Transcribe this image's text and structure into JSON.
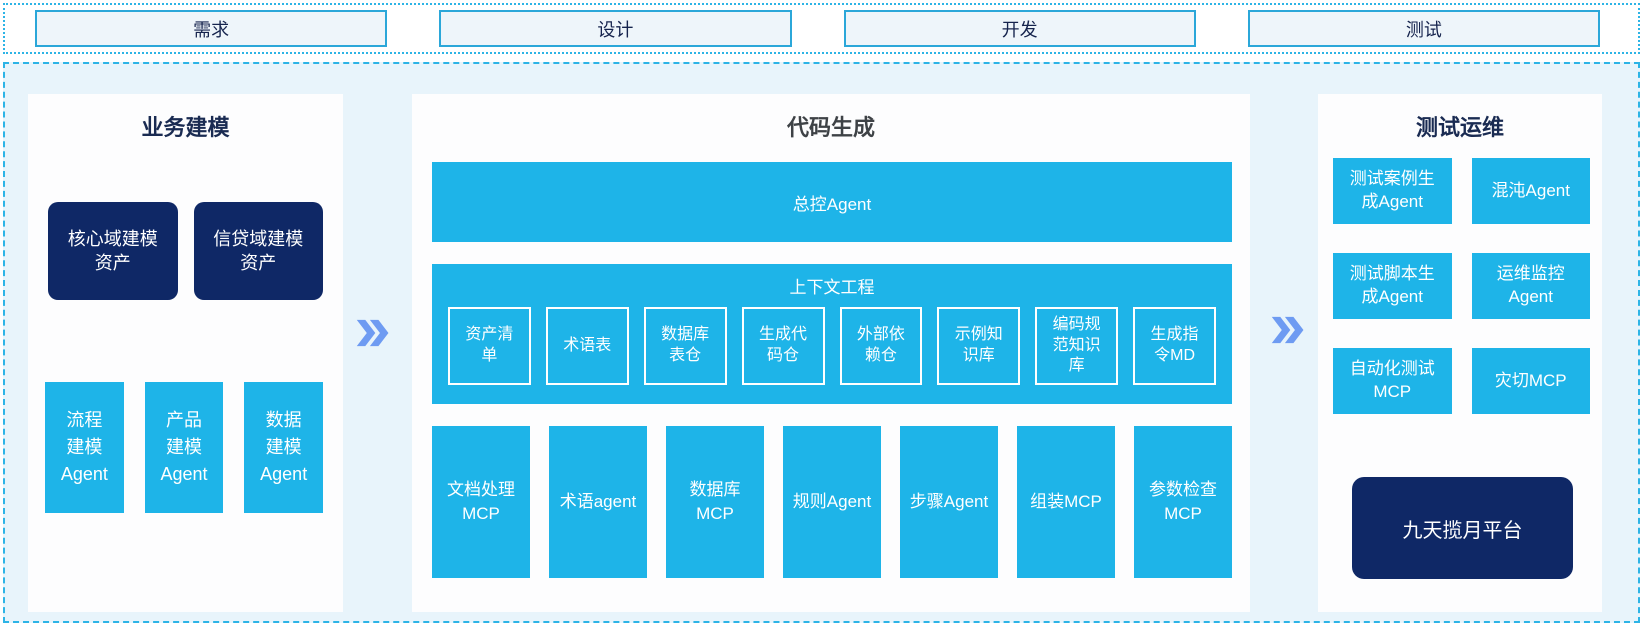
{
  "colors": {
    "cyan": "#1eb4e8",
    "navy": "#0f2866",
    "bg_light": "#e8f4fb",
    "panel_bg": "#fdfdfe",
    "chevron_blue": "#6e9bf2",
    "border_cyan": "#2db4e6",
    "phase_bg": "#eef5fa",
    "phase_border": "#2ba7d9",
    "phase_text": "#15234d",
    "title_navy": "#1a2b52",
    "title_gray": "#3e4246"
  },
  "phases": [
    {
      "label": "需求"
    },
    {
      "label": "设计"
    },
    {
      "label": "开发"
    },
    {
      "label": "测试"
    }
  ],
  "panels": {
    "business_modeling": {
      "title": "业务建模",
      "asset_boxes": [
        "核心域建模\n资产",
        "信贷域建模\n资产"
      ],
      "agent_boxes": [
        "流程\n建模\nAgent",
        "产品\n建模\nAgent",
        "数据\n建模\nAgent"
      ]
    },
    "code_generation": {
      "title": "代码生成",
      "master_agent": "总控Agent",
      "context_engineering": {
        "title": "上下文工程",
        "items": [
          "资产清\n单",
          "术语表",
          "数据库\n表仓",
          "生成代\n码仓",
          "外部依\n赖仓",
          "示例知\n识库",
          "编码规\n范知识\n库",
          "生成指\n令MD"
        ]
      },
      "bottom_row": [
        "文档处理\nMCP",
        "术语agent",
        "数据库\nMCP",
        "规则Agent",
        "步骤Agent",
        "组装MCP",
        "参数检查\nMCP"
      ]
    },
    "test_ops": {
      "title": "测试运维",
      "boxes": [
        "测试案例生\n成Agent",
        "混沌Agent",
        "测试脚本生\n成Agent",
        "运维监控\nAgent",
        "自动化测试\nMCP",
        "灾切MCP"
      ],
      "platform": "九天揽月平台"
    }
  }
}
